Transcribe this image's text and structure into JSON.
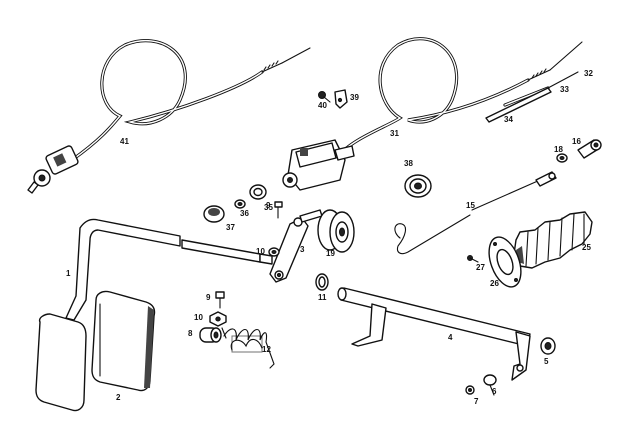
{
  "diagram": {
    "background": "#ffffff",
    "line_color": "#111111",
    "callouts": {
      "c1": "1",
      "c2": "2",
      "c3": "3",
      "c4": "4",
      "c5": "5",
      "c6": "6",
      "c7": "7",
      "c8": "8",
      "c9a": "9",
      "c9b": "9",
      "c10a": "10",
      "c10b": "10",
      "c11": "11",
      "c12": "12",
      "c15": "15",
      "c16": "16",
      "c18": "18",
      "c19": "19",
      "c25": "25",
      "c26": "26",
      "c27": "27",
      "c31": "31",
      "c32": "32",
      "c33": "33",
      "c34": "34",
      "c35": "35",
      "c36": "36",
      "c37": "37",
      "c38": "38",
      "c39": "39",
      "c40": "40",
      "c41": "41"
    }
  }
}
